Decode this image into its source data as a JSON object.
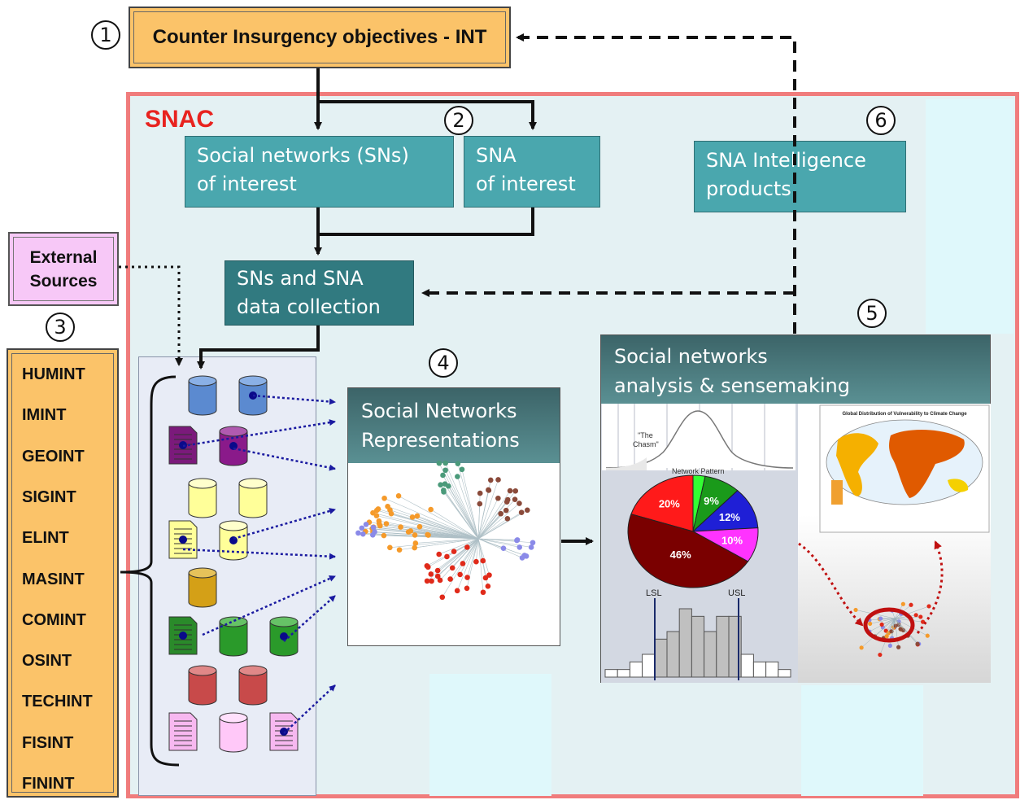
{
  "objective": {
    "label": "Counter Insurgency objectives - INT"
  },
  "snac_label": "SNAC",
  "step_numbers": [
    "1",
    "2",
    "3",
    "4",
    "5",
    "6"
  ],
  "boxes": {
    "social_networks": {
      "line1": "Social networks (SNs)",
      "line2": "of interest"
    },
    "sna_interest": {
      "line1": "SNA",
      "line2": "of interest"
    },
    "sna_products": {
      "line1": "SNA Intelligence",
      "line2": "products"
    },
    "data_collection": {
      "line1": "SNs and SNA",
      "line2": "data collection"
    },
    "representations": {
      "line1": "Social Networks",
      "line2": "Representations"
    },
    "analysis": {
      "line1": "Social networks",
      "line2": "analysis & sensemaking"
    }
  },
  "external_sources": {
    "line1": "External",
    "line2": "Sources"
  },
  "int_sources": [
    "HUMINT",
    "IMINT",
    "GEOINT",
    "SIGINT",
    "ELINT",
    "MASINT",
    "COMINT",
    "OSINT",
    "TECHINT",
    "FISINT",
    "FININT"
  ],
  "thumbnails": {
    "bell": {
      "chasm_line1": "\"The",
      "chasm_line2": "Chasm\""
    },
    "pie": {
      "title": "Network Pattern",
      "slices": [
        {
          "label": "20%",
          "value": 20,
          "color": "#ff1a1a"
        },
        {
          "label": "",
          "value": 3,
          "color": "#33ff33"
        },
        {
          "label": "9%",
          "value": 9,
          "color": "#1a9a1a"
        },
        {
          "label": "12%",
          "value": 12,
          "color": "#1f1fd6"
        },
        {
          "label": "10%",
          "value": 10,
          "color": "#ff33ff"
        },
        {
          "label": "46%",
          "value": 46,
          "color": "#7a0000"
        }
      ]
    },
    "histogram": {
      "lsl": "LSL",
      "usl": "USL",
      "bars": [
        1,
        1,
        2,
        3,
        5,
        6,
        9,
        8,
        6,
        8,
        8,
        3,
        2,
        2,
        1
      ]
    },
    "map": {
      "title": "Global Distribution of Vulnerability to Climate Change"
    }
  },
  "colors": {
    "snac_border": "#f07c7c",
    "objective_fill": "#fbc369",
    "teal": "#4aa7ae",
    "external_fill": "#f7c8f7"
  }
}
